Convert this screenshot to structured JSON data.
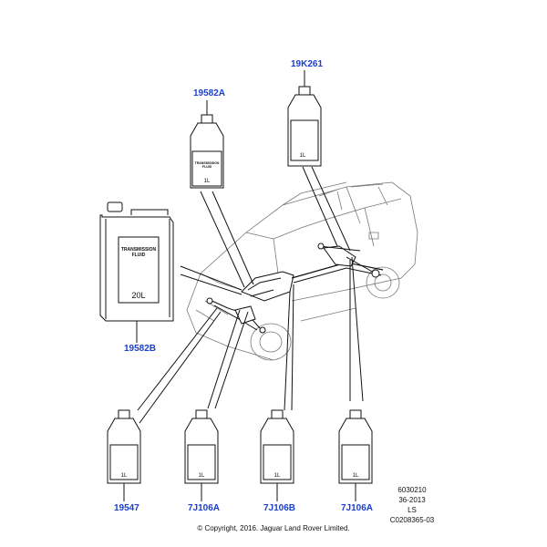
{
  "parts": [
    {
      "id": "19K261",
      "bottle_text": "1L"
    },
    {
      "id": "19582A",
      "bottle_text": "1L",
      "bottle_title": [
        "TRANSMISSION",
        "FLUID"
      ]
    },
    {
      "id": "19582B",
      "bottle_text": "20L",
      "bottle_title": [
        "TRANSMISSION",
        "FLUID"
      ]
    },
    {
      "id": "19547",
      "bottle_text": "1L"
    },
    {
      "id": "7J106A",
      "bottle_text": "1L"
    },
    {
      "id": "7J106B",
      "bottle_text": "1L"
    },
    {
      "id": "7J106A",
      "bottle_text": "1L"
    }
  ],
  "meta": {
    "lines": [
      "6030210",
      "36-2013",
      "LS",
      "C0208365-03"
    ]
  },
  "copyright": "© Copyright, 2016. Jaguar Land Rover Limited.",
  "colors": {
    "label": "#1a3fcc",
    "line": "#111111"
  }
}
